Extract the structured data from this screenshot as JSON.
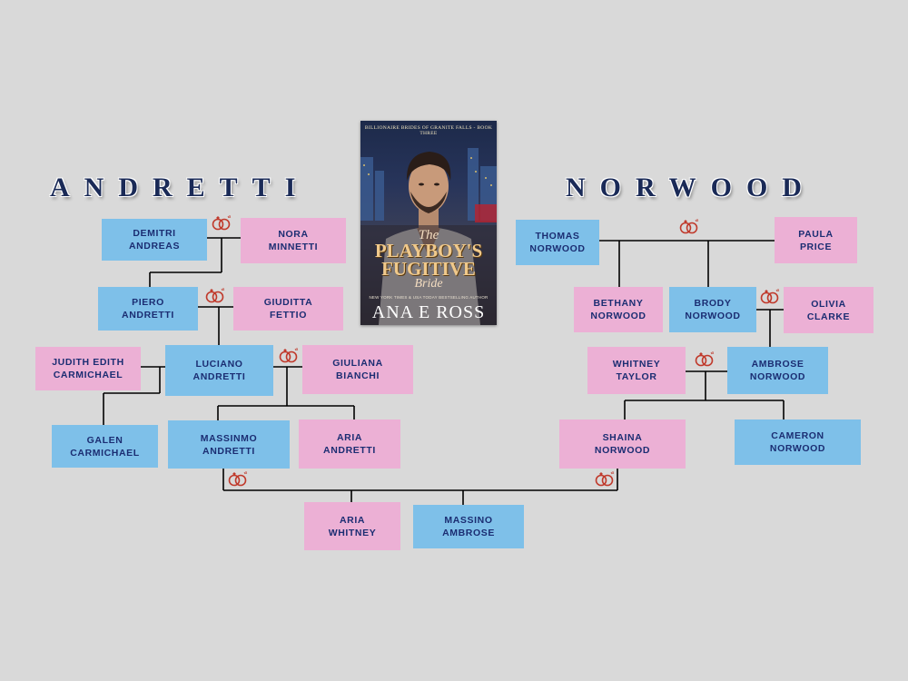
{
  "families": {
    "left": "ANDRETTI",
    "right": "NORWOOD"
  },
  "book": {
    "series": "BILLIONAIRE BRIDES OF GRANITE FALLS - BOOK THREE",
    "title_line1": "The",
    "title_line2": "PLAYBOY'S",
    "title_line3": "FUGITIVE",
    "title_line4": "Bride",
    "tagline": "NEW YORK TIMES & USA TODAY BESTSELLING AUTHOR",
    "author": "ANA E ROSS"
  },
  "people": {
    "demitri": [
      "DEMITRI",
      "ANDREAS"
    ],
    "nora": [
      "NORA",
      "MINNETTI"
    ],
    "piero": [
      "PIERO",
      "ANDRETTI"
    ],
    "giuditta": [
      "GIUDITTA",
      "FETTIO"
    ],
    "judith": [
      "JUDITH EDITH",
      "CARMICHAEL"
    ],
    "luciano": [
      "LUCIANO",
      "ANDRETTI"
    ],
    "giuliana": [
      "GIULIANA",
      "BIANCHI"
    ],
    "galen": [
      "GALEN",
      "CARMICHAEL"
    ],
    "massinmo": [
      "MASSINMO",
      "ANDRETTI"
    ],
    "aria_andretti": [
      "ARIA",
      "ANDRETTI"
    ],
    "aria_whitney": [
      "ARIA",
      "WHITNEY"
    ],
    "massino_ambrose": [
      "MASSINO",
      "AMBROSE"
    ],
    "thomas": [
      "THOMAS",
      "NORWOOD"
    ],
    "paula": [
      "PAULA",
      "PRICE"
    ],
    "bethany": [
      "BETHANY",
      "NORWOOD"
    ],
    "brody": [
      "BRODY",
      "NORWOOD"
    ],
    "olivia": [
      "OLIVIA",
      "CLARKE"
    ],
    "whitney": [
      "WHITNEY",
      "TAYLOR"
    ],
    "ambrose": [
      "AMBROSE",
      "NORWOOD"
    ],
    "shaina": [
      "SHAINA",
      "NORWOOD"
    ],
    "cameron": [
      "CAMERON",
      "NORWOOD"
    ]
  },
  "colors": {
    "male_box": "#7ec0e9",
    "female_box": "#ecb0d5",
    "text": "#1b2d72",
    "title": "#1a2a57",
    "ring": "#c0392b",
    "line": "#000000"
  },
  "icons": {
    "marriage": "wedding-rings-icon"
  }
}
